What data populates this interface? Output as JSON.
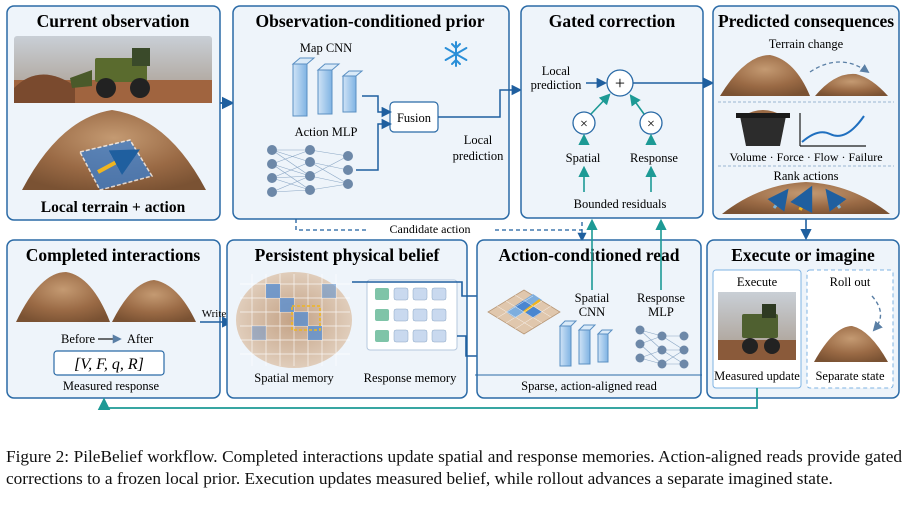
{
  "panels": {
    "current_observation": {
      "title": "Current observation",
      "subtitle": "Local terrain + action"
    },
    "prior": {
      "title": "Observation-conditioned prior",
      "map_cnn": "Map CNN",
      "action_mlp": "Action MLP",
      "fusion": "Fusion",
      "local_prediction_1": "Local",
      "local_prediction_2": "prediction"
    },
    "gated": {
      "title": "Gated correction",
      "local_prediction_1": "Local",
      "local_prediction_2": "prediction",
      "plus": "+",
      "times": "×",
      "spatial": "Spatial",
      "response": "Response",
      "bounded": "Bounded residuals"
    },
    "predicted": {
      "title": "Predicted consequences",
      "terrain_change": "Terrain change",
      "metrics": "Volume · Force · Flow · Failure",
      "rank": "Rank actions"
    },
    "completed": {
      "title": "Completed interactions",
      "before": "Before",
      "after": "After",
      "tuple": "[V, F, q, R]",
      "measured": "Measured response"
    },
    "belief": {
      "title": "Persistent physical belief",
      "spatial_memory": "Spatial memory",
      "response_memory": "Response memory"
    },
    "read": {
      "title": "Action-conditioned read",
      "spatial_cnn_1": "Spatial",
      "spatial_cnn_2": "CNN",
      "response_mlp_1": "Response",
      "response_mlp_2": "MLP",
      "sparse": "Sparse, action-aligned read"
    },
    "execute": {
      "title": "Execute or imagine",
      "execute": "Execute",
      "rollout": "Roll out",
      "measured_update": "Measured update",
      "separate_state": "Separate state"
    }
  },
  "edges": {
    "candidate_action": "Candidate action",
    "write": "Write"
  },
  "caption": {
    "label": "Figure 2:",
    "text": "PileBelief workflow. Completed interactions update spatial and response memories. Action-aligned reads provide gated corrections to a frozen local prior. Execution updates measured belief, while rollout advances a separate imagined state."
  },
  "colors": {
    "panel_bg": "#eef4fa",
    "panel_border": "#2a6aa6",
    "arrow_blue": "#1f5f9f",
    "arrow_teal": "#1d9a95",
    "block_blue": "#9cc7ee",
    "dirt": "#9a6a45",
    "memory_fill": "#c9d9ef",
    "highlight_yellow": "#f0b520"
  }
}
